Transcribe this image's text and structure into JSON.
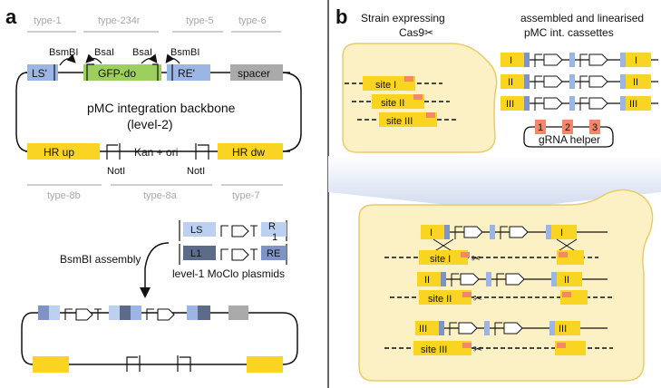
{
  "panel_a": {
    "letter": "a",
    "type_labels_top": [
      "type-1",
      "type-234r",
      "type-5",
      "type-6"
    ],
    "type_labels_bottom": [
      "type-8b",
      "type-8a",
      "type-7"
    ],
    "enzymes": [
      "BsmBI",
      "BsaI",
      "BsaI",
      "BsmBI"
    ],
    "parts_top": [
      "LS'",
      "GFP-do",
      "RE'",
      "spacer"
    ],
    "backbone_title": "pMC integration backbone",
    "backbone_level": "(level-2)",
    "parts_bottom": [
      "HR up",
      "Kan + ori",
      "HR dw"
    ],
    "noti": [
      "NotI",
      "NotI"
    ],
    "assembly_label": "BsmBI assembly",
    "level1_parts": [
      "LS",
      "R",
      "1",
      "L1",
      "RE"
    ],
    "level1_caption": "level-1 MoClo plasmids"
  },
  "panel_b": {
    "letter": "b",
    "strain_label": [
      "Strain expressing",
      "Cas9"
    ],
    "sites": [
      "site I",
      "site II",
      "site III"
    ],
    "cassette_title": [
      "assembled and linearised",
      "pMC int. cassettes"
    ],
    "roman": [
      "I",
      "II",
      "III"
    ],
    "gRNA_numbers": [
      "1",
      "2",
      "3"
    ],
    "gRNA_label": "gRNA helper"
  },
  "colors": {
    "yellow": "#f9d423",
    "cell_fill": "#fcf1c4",
    "cell_stroke": "#e8cc6a",
    "blue_light": "#9bb5e4",
    "blue_mid": "#7f93c4",
    "slate": "#5d6b8a",
    "green": "#9ccf5e",
    "gray": "#aaaaaa",
    "salmon": "#f4876a",
    "divider": "#333333"
  }
}
